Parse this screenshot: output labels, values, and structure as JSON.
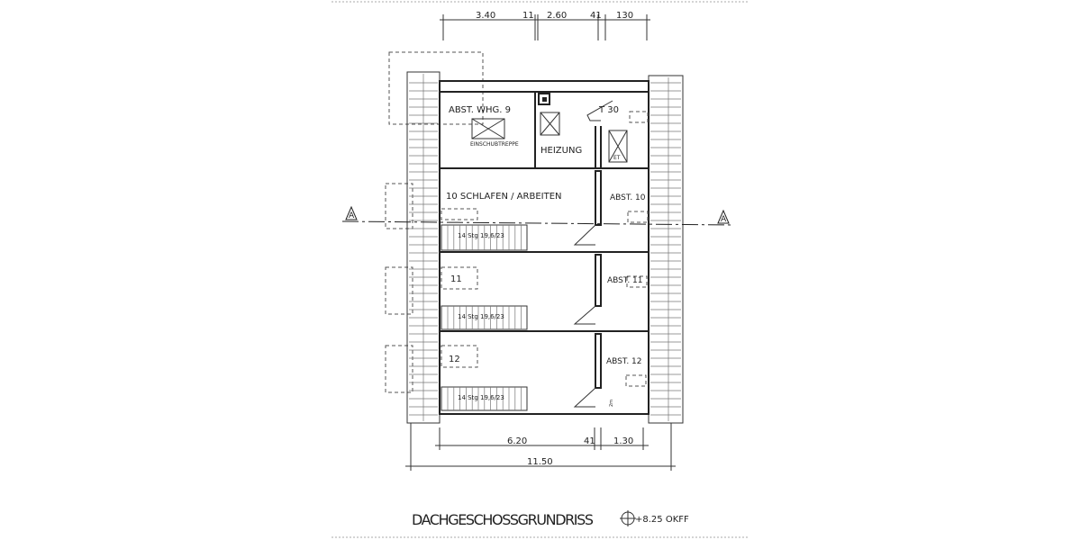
{
  "drawing": {
    "title": "DACHGESCHOSSGRUNDRISS",
    "level": "+8.25 OKFF",
    "section_marker": "A",
    "dimensions_top": [
      "3.40",
      "11",
      "2.60",
      "41",
      "130"
    ],
    "dimensions_bottom": [
      "6.20",
      "41",
      "1.30"
    ],
    "dimension_total": "11.50",
    "rooms": {
      "abst_whg9": "ABST. WHG. 9",
      "einschubtreppe": "EINSCHUBTREPPE",
      "heizung": "HEIZUNG",
      "t30": "T 30",
      "et": "ET",
      "room10": "10  SCHLAFEN / ARBEITEN",
      "abst10": "ABST. 10",
      "room11": "11",
      "abst11": "ABST. 11",
      "room12": "12",
      "abst12": "ABST. 12",
      "stairs": "14 Stg 19,6/23",
      "door_note": "2m"
    }
  }
}
